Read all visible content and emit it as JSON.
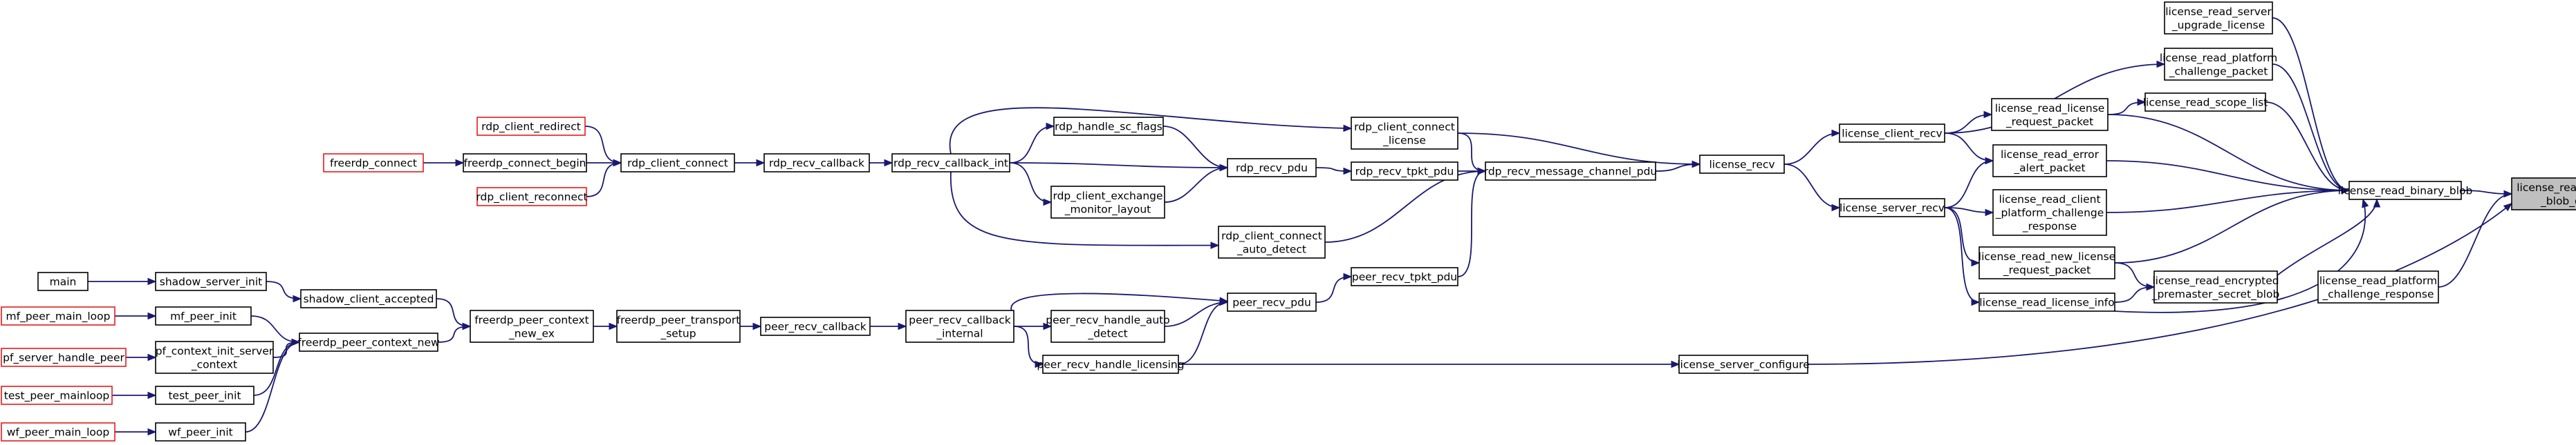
{
  "colors": {
    "edge": "#191970",
    "node_border": "#000000",
    "truncated_border": "#e41a1c",
    "current_fill": "#bfbfbf"
  },
  "nodes": [
    {
      "id": "license_read_binary_blob_data",
      "lines": [
        "license_read_binary",
        "_blob_data"
      ],
      "style": "current"
    },
    {
      "id": "license_read_binary_blob",
      "lines": [
        "license_read_binary_blob"
      ]
    },
    {
      "id": "license_read_platform_challenge_response",
      "lines": [
        "license_read_platform",
        "_challenge_response"
      ]
    },
    {
      "id": "license_read_server_upgrade_license",
      "lines": [
        "license_read_server",
        "_upgrade_license"
      ]
    },
    {
      "id": "license_read_platform_challenge_packet",
      "lines": [
        "license_read_platform",
        "_challenge_packet"
      ]
    },
    {
      "id": "license_read_scope_list",
      "lines": [
        "license_read_scope_list"
      ]
    },
    {
      "id": "license_read_license_request_packet",
      "lines": [
        "license_read_license",
        "_request_packet"
      ]
    },
    {
      "id": "license_read_error_alert_packet",
      "lines": [
        "license_read_error",
        "_alert_packet"
      ]
    },
    {
      "id": "license_read_client_platform_challenge_response",
      "lines": [
        "license_read_client",
        "_platform_challenge",
        "_response"
      ]
    },
    {
      "id": "license_read_new_license_request_packet",
      "lines": [
        "license_read_new_license",
        "_request_packet"
      ]
    },
    {
      "id": "license_read_encrypted_premaster_secret_blob",
      "lines": [
        "license_read_encrypted",
        "_premaster_secret_blob"
      ]
    },
    {
      "id": "license_read_license_info",
      "lines": [
        "license_read_license_info"
      ]
    },
    {
      "id": "license_client_recv",
      "lines": [
        "license_client_recv"
      ]
    },
    {
      "id": "license_server_recv",
      "lines": [
        "license_server_recv"
      ]
    },
    {
      "id": "license_recv",
      "lines": [
        "license_recv"
      ]
    },
    {
      "id": "rdp_recv_message_channel_pdu",
      "lines": [
        "rdp_recv_message_channel_pdu"
      ]
    },
    {
      "id": "rdp_client_connect_license",
      "lines": [
        "rdp_client_connect",
        "_license"
      ]
    },
    {
      "id": "rdp_recv_tpkt_pdu",
      "lines": [
        "rdp_recv_tpkt_pdu"
      ]
    },
    {
      "id": "rdp_client_connect_auto_detect",
      "lines": [
        "rdp_client_connect",
        "_auto_detect"
      ]
    },
    {
      "id": "peer_recv_tpkt_pdu",
      "lines": [
        "peer_recv_tpkt_pdu"
      ]
    },
    {
      "id": "rdp_recv_pdu",
      "lines": [
        "rdp_recv_pdu"
      ]
    },
    {
      "id": "rdp_handle_sc_flags",
      "lines": [
        "rdp_handle_sc_flags"
      ]
    },
    {
      "id": "rdp_client_exchange_monitor_layout",
      "lines": [
        "rdp_client_exchange",
        "_monitor_layout"
      ]
    },
    {
      "id": "rdp_recv_callback_int",
      "lines": [
        "rdp_recv_callback_int"
      ]
    },
    {
      "id": "rdp_recv_callback",
      "lines": [
        "rdp_recv_callback"
      ]
    },
    {
      "id": "rdp_client_connect",
      "lines": [
        "rdp_client_connect"
      ]
    },
    {
      "id": "rdp_client_redirect",
      "lines": [
        "rdp_client_redirect"
      ],
      "style": "red"
    },
    {
      "id": "freerdp_connect_begin",
      "lines": [
        "freerdp_connect_begin"
      ]
    },
    {
      "id": "rdp_client_reconnect",
      "lines": [
        "rdp_client_reconnect"
      ],
      "style": "red"
    },
    {
      "id": "freerdp_connect",
      "lines": [
        "freerdp_connect"
      ],
      "style": "red"
    },
    {
      "id": "peer_recv_pdu",
      "lines": [
        "peer_recv_pdu"
      ]
    },
    {
      "id": "peer_recv_handle_auto_detect",
      "lines": [
        "peer_recv_handle_auto",
        "_detect"
      ]
    },
    {
      "id": "peer_recv_callback_internal",
      "lines": [
        "peer_recv_callback",
        "_internal"
      ]
    },
    {
      "id": "peer_recv_handle_licensing",
      "lines": [
        "peer_recv_handle_licensing"
      ]
    },
    {
      "id": "license_server_configure",
      "lines": [
        "license_server_configure"
      ]
    },
    {
      "id": "peer_recv_callback",
      "lines": [
        "peer_recv_callback"
      ]
    },
    {
      "id": "freerdp_peer_transport_setup",
      "lines": [
        "freerdp_peer_transport",
        "_setup"
      ]
    },
    {
      "id": "freerdp_peer_context_new_ex",
      "lines": [
        "freerdp_peer_context",
        "_new_ex"
      ]
    },
    {
      "id": "shadow_client_accepted",
      "lines": [
        "shadow_client_accepted"
      ]
    },
    {
      "id": "freerdp_peer_context_new",
      "lines": [
        "freerdp_peer_context_new"
      ]
    },
    {
      "id": "shadow_server_init",
      "lines": [
        "shadow_server_init"
      ]
    },
    {
      "id": "main",
      "lines": [
        "main"
      ]
    },
    {
      "id": "mf_peer_init",
      "lines": [
        "mf_peer_init"
      ]
    },
    {
      "id": "mf_peer_main_loop",
      "lines": [
        "mf_peer_main_loop"
      ],
      "style": "red"
    },
    {
      "id": "pf_context_init_server_context",
      "lines": [
        "pf_context_init_server",
        "_context"
      ]
    },
    {
      "id": "pf_server_handle_peer",
      "lines": [
        "pf_server_handle_peer"
      ],
      "style": "red"
    },
    {
      "id": "test_peer_init",
      "lines": [
        "test_peer_init"
      ]
    },
    {
      "id": "test_peer_mainloop",
      "lines": [
        "test_peer_mainloop"
      ],
      "style": "red"
    },
    {
      "id": "wf_peer_init",
      "lines": [
        "wf_peer_init"
      ]
    },
    {
      "id": "wf_peer_main_loop",
      "lines": [
        "wf_peer_main_loop"
      ],
      "style": "red"
    }
  ],
  "edges": [
    [
      "license_read_binary_blob",
      "license_read_binary_blob_data"
    ],
    [
      "license_read_platform_challenge_response",
      "license_read_binary_blob_data"
    ],
    [
      "license_read_server_upgrade_license",
      "license_read_binary_blob"
    ],
    [
      "license_read_platform_challenge_packet",
      "license_read_binary_blob"
    ],
    [
      "license_read_scope_list",
      "license_read_binary_blob"
    ],
    [
      "license_read_license_request_packet",
      "license_read_binary_blob"
    ],
    [
      "license_read_error_alert_packet",
      "license_read_binary_blob"
    ],
    [
      "license_read_client_platform_challenge_response",
      "license_read_binary_blob"
    ],
    [
      "license_read_new_license_request_packet",
      "license_read_binary_blob"
    ],
    [
      "license_read_encrypted_premaster_secret_blob",
      "license_read_binary_blob"
    ],
    [
      "license_read_license_info",
      "license_read_binary_blob"
    ],
    [
      "license_read_license_request_packet",
      "license_read_scope_list"
    ],
    [
      "license_client_recv",
      "license_read_platform_challenge_packet"
    ],
    [
      "license_client_recv",
      "license_read_license_request_packet"
    ],
    [
      "license_client_recv",
      "license_read_error_alert_packet"
    ],
    [
      "license_server_recv",
      "license_read_error_alert_packet"
    ],
    [
      "license_server_recv",
      "license_read_client_platform_challenge_response"
    ],
    [
      "license_server_recv",
      "license_read_new_license_request_packet"
    ],
    [
      "license_server_recv",
      "license_read_license_info"
    ],
    [
      "license_read_new_license_request_packet",
      "license_read_encrypted_premaster_secret_blob"
    ],
    [
      "license_read_license_info",
      "license_read_encrypted_premaster_secret_blob"
    ],
    [
      "license_recv",
      "license_client_recv"
    ],
    [
      "license_recv",
      "license_server_recv"
    ],
    [
      "rdp_recv_message_channel_pdu",
      "license_recv"
    ],
    [
      "rdp_client_connect_license",
      "license_recv"
    ],
    [
      "rdp_client_connect_license",
      "rdp_recv_message_channel_pdu"
    ],
    [
      "rdp_recv_tpkt_pdu",
      "rdp_recv_message_channel_pdu"
    ],
    [
      "rdp_client_connect_auto_detect",
      "rdp_recv_message_channel_pdu"
    ],
    [
      "peer_recv_tpkt_pdu",
      "rdp_recv_message_channel_pdu"
    ],
    [
      "rdp_recv_pdu",
      "rdp_recv_tpkt_pdu"
    ],
    [
      "rdp_recv_callback_int",
      "rdp_client_connect_license"
    ],
    [
      "rdp_recv_callback_int",
      "rdp_handle_sc_flags"
    ],
    [
      "rdp_recv_callback_int",
      "rdp_recv_pdu"
    ],
    [
      "rdp_recv_callback_int",
      "rdp_client_exchange_monitor_layout"
    ],
    [
      "rdp_recv_callback_int",
      "rdp_client_connect_auto_detect"
    ],
    [
      "rdp_handle_sc_flags",
      "rdp_recv_pdu"
    ],
    [
      "rdp_client_exchange_monitor_layout",
      "rdp_recv_pdu"
    ],
    [
      "rdp_recv_callback",
      "rdp_recv_callback_int"
    ],
    [
      "rdp_client_connect",
      "rdp_recv_callback"
    ],
    [
      "rdp_client_redirect",
      "rdp_client_connect"
    ],
    [
      "freerdp_connect_begin",
      "rdp_client_connect"
    ],
    [
      "rdp_client_reconnect",
      "rdp_client_connect"
    ],
    [
      "freerdp_connect",
      "freerdp_connect_begin"
    ],
    [
      "peer_recv_pdu",
      "peer_recv_tpkt_pdu"
    ],
    [
      "peer_recv_callback_internal",
      "peer_recv_pdu"
    ],
    [
      "peer_recv_callback_internal",
      "peer_recv_handle_auto_detect"
    ],
    [
      "peer_recv_callback_internal",
      "peer_recv_handle_licensing"
    ],
    [
      "peer_recv_handle_auto_detect",
      "peer_recv_pdu"
    ],
    [
      "peer_recv_handle_licensing",
      "peer_recv_pdu"
    ],
    [
      "peer_recv_handle_licensing",
      "license_server_configure"
    ],
    [
      "license_server_configure",
      "license_read_binary_blob_data"
    ],
    [
      "peer_recv_callback",
      "peer_recv_callback_internal"
    ],
    [
      "freerdp_peer_transport_setup",
      "peer_recv_callback"
    ],
    [
      "freerdp_peer_context_new_ex",
      "freerdp_peer_transport_setup"
    ],
    [
      "shadow_client_accepted",
      "freerdp_peer_context_new_ex"
    ],
    [
      "freerdp_peer_context_new",
      "freerdp_peer_context_new_ex"
    ],
    [
      "shadow_server_init",
      "shadow_client_accepted"
    ],
    [
      "main",
      "shadow_server_init"
    ],
    [
      "mf_peer_init",
      "freerdp_peer_context_new"
    ],
    [
      "mf_peer_main_loop",
      "mf_peer_init"
    ],
    [
      "pf_context_init_server_context",
      "freerdp_peer_context_new"
    ],
    [
      "pf_server_handle_peer",
      "pf_context_init_server_context"
    ],
    [
      "test_peer_init",
      "freerdp_peer_context_new"
    ],
    [
      "test_peer_mainloop",
      "test_peer_init"
    ],
    [
      "wf_peer_init",
      "freerdp_peer_context_new"
    ],
    [
      "wf_peer_main_loop",
      "wf_peer_init"
    ]
  ]
}
